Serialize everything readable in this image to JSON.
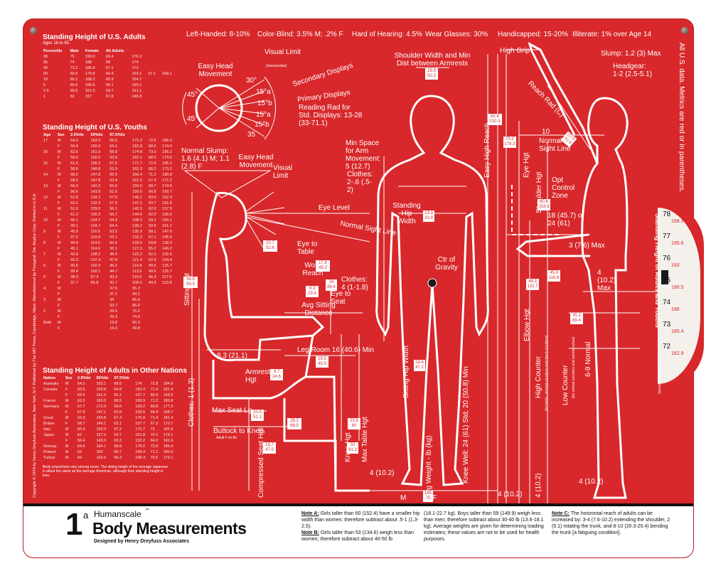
{
  "header": {
    "left_handed": "Left-Handed: 8-10%",
    "color_blind": "Color-Blind: 3.5% M; .2% F",
    "hard_of_hearing": "Hard of Hearing: 4.5%",
    "wear_glasses": "Wear Glasses: 30%",
    "handicapped": "Handicapped: 15-20%",
    "illiterate": "Illiterate: 1% over Age 14"
  },
  "tables": {
    "adults": {
      "title": "Standing Height of U.S. Adults",
      "subtitle": "Ages 18 to 65",
      "columns": [
        "Percentile",
        "Male",
        "Female",
        "All Adults"
      ],
      "rows": [
        [
          "99",
          "75",
          "190.0",
          "69.4",
          "176.3",
          "",
          ""
        ],
        [
          "95",
          "74",
          "188",
          "68",
          "174",
          "",
          ""
        ],
        [
          "90",
          "73.2",
          "185.9",
          "67.1",
          "172",
          "",
          ""
        ],
        [
          "50",
          "69.6",
          "174.8",
          "64.4",
          "163.1",
          "67.1",
          "168.1"
        ],
        [
          "10",
          "66.2",
          "168.2",
          "60.9",
          "154.7",
          "",
          ""
        ],
        [
          "5",
          "65.6",
          "166.6",
          "59.1",
          "150.1",
          "",
          ""
        ],
        [
          "2.5",
          "65.6",
          "161.5",
          "59.7",
          "151.1",
          "",
          ""
        ],
        [
          "1",
          "62",
          "157",
          "57.8",
          "146.8",
          "",
          ""
        ]
      ]
    },
    "youths": {
      "title": "Standing Height of U.S. Youths",
      "columns": [
        "Age",
        "Sex",
        "2.5%ile",
        "50%ile",
        "97.5%ile"
      ],
      "rows": [
        [
          "17",
          "M",
          "64.2",
          "163.0",
          "69.0",
          "175.3",
          "72.5",
          "186.0"
        ],
        [
          "",
          "F",
          "59.4",
          "150.9",
          "64.1",
          "162.8",
          "68.5",
          "174.0"
        ],
        [
          "16",
          "M",
          "63.6",
          "161.5",
          "68.8",
          "174.8",
          "73.3",
          "186.2"
        ],
        [
          "",
          "F",
          "58.8",
          "150.0",
          "63.8",
          "162.1",
          "68.5",
          "174.0"
        ],
        [
          "15",
          "M",
          "61.5",
          "156.2",
          "67.6",
          "171.7",
          "72.9",
          "185.2"
        ],
        [
          "",
          "F",
          "58.6",
          "148.8",
          "63.9",
          "162.3",
          "68.2",
          "173.2"
        ],
        [
          "14",
          "M",
          "58.2",
          "147.8",
          "65.5",
          "166.4",
          "71.2",
          "180.8"
        ],
        [
          "",
          "F",
          "58.2",
          "147.8",
          "63.4",
          "161.0",
          "67.4",
          "171.2"
        ],
        [
          "13",
          "M",
          "56.4",
          "143.3",
          "62.6",
          "159.0",
          "68.7",
          "174.5"
        ],
        [
          "",
          "F",
          "56.6",
          "143.8",
          "61.6",
          "156.5",
          "66.8",
          "169.7"
        ],
        [
          "12",
          "M",
          "52.8",
          "134.1",
          "57.5",
          "146.1",
          "63.9",
          "162.3"
        ],
        [
          "",
          "F",
          "52.1",
          "132.3",
          "57.9",
          "147.1",
          "63.7",
          "161.8"
        ],
        [
          "11",
          "M",
          "51.0",
          "129.5",
          "56.1",
          "142.5",
          "62.0",
          "157.5"
        ],
        [
          "",
          "F",
          "51.3",
          "130.3",
          "56.7",
          "144.0",
          "62.2",
          "158.0"
        ],
        [
          "10",
          "M",
          "49.1",
          "124.7",
          "54.4",
          "138.2",
          "59.1",
          "150.1"
        ],
        [
          "",
          "F",
          "49.1",
          "124.7",
          "54.4",
          "138.2",
          "59.5",
          "151.1"
        ],
        [
          "9",
          "M",
          "45.9",
          "116.6",
          "53.5",
          "135.9",
          "58.1",
          "147.6"
        ],
        [
          "",
          "F",
          "47.2",
          "119.9",
          "52.1",
          "132.3",
          "57.1",
          "145.0"
        ],
        [
          "8",
          "M",
          "44.9",
          "114.0",
          "50.6",
          "128.5",
          "54.8",
          "139.2"
        ],
        [
          "",
          "F",
          "45.1",
          "114.6",
          "50.1",
          "127.3",
          "55.2",
          "140.2"
        ],
        [
          "7",
          "M",
          "42.6",
          "108.2",
          "48.5",
          "123.2",
          "52.2",
          "132.6"
        ],
        [
          "",
          "F",
          "42.3",
          "107.4",
          "47.8",
          "121.4",
          "52.9",
          "134.4"
        ],
        [
          "6",
          "M",
          "40.5",
          "102.9",
          "45.2",
          "114.8",
          "49.5",
          "125.7"
        ],
        [
          "",
          "F",
          "39.4",
          "100.1",
          "44.7",
          "113.5",
          "49.5",
          "125.7"
        ],
        [
          "5",
          "M",
          "38.3",
          "97.3",
          "43.3",
          "110.0",
          "46.3",
          "117.6"
        ],
        [
          "",
          "F",
          "37.7",
          "95.8",
          "42.7",
          "108.5",
          "44.8",
          "113.8"
        ],
        [
          "4",
          "M",
          "",
          "",
          "37.5",
          "95.3",
          "",
          ""
        ],
        [
          "",
          "F",
          "",
          "",
          "37.1",
          "94.2",
          "",
          ""
        ],
        [
          "3",
          "M",
          "",
          "",
          "34",
          "86.4",
          "",
          ""
        ],
        [
          "",
          "F",
          "",
          "",
          "33.7",
          "85.6",
          "",
          ""
        ],
        [
          "2",
          "M",
          "",
          "",
          "29.6",
          "75.2",
          "",
          ""
        ],
        [
          "",
          "F",
          "",
          "",
          "29.3",
          "74.4",
          "",
          ""
        ],
        [
          "Birth",
          "M",
          "",
          "",
          "19.8",
          "50.3",
          "",
          ""
        ],
        [
          "",
          "F",
          "",
          "",
          "19.6",
          "49.8",
          "",
          ""
        ]
      ]
    },
    "nations": {
      "title": "Standing Height of Adults in Other Nations",
      "columns": [
        "Nation",
        "Sex",
        "2.5%ile",
        "50%ile",
        "97.5%ile"
      ],
      "rows": [
        [
          "Australia",
          "M",
          "64.2",
          "163.1",
          "68.5",
          "174",
          "72.8",
          "184.9"
        ],
        [
          "Canada",
          "F",
          "63.5",
          "159.8",
          "64.8",
          "163.4",
          "71.4",
          "181.4"
        ],
        [
          "",
          "F",
          "63.5",
          "161.3",
          "62.1",
          "157.7",
          "66.6",
          "169.2"
        ],
        [
          "France",
          "M",
          "63.2",
          "160.5",
          "66.5",
          "168.9",
          "71.2",
          "180.8"
        ],
        [
          "Germany",
          "M",
          "67.7",
          "172.0",
          "66.6",
          "169.2",
          "69.8",
          "177.3"
        ],
        [
          "",
          "F",
          "57.9",
          "147.1",
          "62.8",
          "159.5",
          "66.4",
          "168.7"
        ],
        [
          "Great",
          "M",
          "62.9",
          "159.8",
          "67.3",
          "170.9",
          "71.4",
          "181.4"
        ],
        [
          "Britain",
          "F",
          "58.7",
          "149.1",
          "62.1",
          "157.7",
          "67.2",
          "170.7"
        ],
        [
          "Italy",
          "M",
          "60.4",
          "153.4",
          "67.2",
          "170.7",
          "72",
          "182.9"
        ],
        [
          "Japan",
          "M",
          "62",
          "157.5",
          "63.7",
          "161.8",
          "70.1",
          "178.1"
        ],
        [
          "",
          "F",
          "56.4",
          "143.3",
          "60.3",
          "153.2",
          "64.0",
          "162.6"
        ],
        [
          "Norway",
          "M",
          "64.6",
          "164.1",
          "68.9",
          "175.0",
          "73.0",
          "185.4"
        ],
        [
          "Poland",
          "M",
          "63",
          "160",
          "66.7",
          "169.4",
          "71.1",
          "180.6"
        ],
        [
          "Turkey",
          "M",
          "64",
          "162.6",
          "66.3",
          "168.4",
          "70.5",
          "179.1"
        ]
      ],
      "footnote": "Body proportions vary among races. The sitting height of the average Japanese is about the same as the average American, although their standing height is less."
    }
  },
  "left_credits": "Copyright © 1974 by Henry Dreyfuss Associates, New York, N.Y.  Published by The MIT Press, Cambridge, Mass.  Manufactured by Perrygraf, Div. Aeplus Corp.  Printed in U.S.A.",
  "head_diagram": {
    "easy_head_movement": "Easy Head Movement",
    "visual_limit": "Visual Limit",
    "monocular": "(monocular)",
    "secondary_displays": "Secondary Displays",
    "primary_displays": "Primary Displays",
    "reading_rad": "Reading Rad for Std. Displays: 13-28 (33-71.1)",
    "angle_45a": "45°",
    "angle_45b": "45°",
    "angle_30": "30°",
    "angle_15a": "15°a",
    "angle_15b": "15°b",
    "angle_15c": "15°a",
    "angle_15d": "15°b",
    "angle_35": "35"
  },
  "seated": {
    "normal_slump": "Normal Slump: 1.6 (4.1) M; 1.1 (2.8) F",
    "easy_head_movement": "Easy Head Movement",
    "visual_limit": "Visual Limit",
    "eye_level": "Eye Level",
    "normal_sight_line": "Normal Sight Line",
    "eye_to_table": "Eye to Table",
    "work_reach": "Work Reach",
    "clothes_4": "Clothes: 4 (1-1.8)",
    "eye_to_seat": "Eye to Seat",
    "avg_sitting_distance": "Avg Sitting Distance",
    "sitting_hgt": "Sitting Hgt",
    "leg_room": "Leg Room 16 (40.6) Min",
    "min_depth": "8.3 (21.1)",
    "armrest_hgt": "Armrest Hgt",
    "max_seat_lg": "Max Seat Lg.",
    "buttock_to_knee": "Buttock to Knee",
    "adult_f_kn": "Adult F kn fin",
    "compressed_seat_hgt": "Compressed Seat Hgt",
    "knee_hgt": "Knee Hgt",
    "max_table_hgt": "Max Table Hgt",
    "clothes_left": "Clothes: 1 (1.3)",
    "four_10": "4 (10.2)",
    "box_eye_table": [
      "20.7",
      "52.6"
    ],
    "box_work_reach": [
      "17.8",
      "45.2"
    ],
    "box_avg_dist": [
      "9.3",
      "23.6"
    ],
    "box_eye_seat": [
      "34",
      "86.4"
    ],
    "box_sitting": [
      "36.8",
      "93.5"
    ],
    "box_armrest": [
      "9.7",
      "24.6"
    ],
    "box_leg": [
      "19.5",
      "49.5"
    ],
    "box_seat": [
      "20.5",
      "52.1"
    ],
    "box_buttock": [
      "26.2",
      "66.5"
    ],
    "box_knee": [
      "23.6",
      "60"
    ],
    "box_table": [
      "32",
      "81.3"
    ],
    "box_compressed": [
      "18.7",
      "47.5"
    ]
  },
  "front": {
    "shoulder_width": "Shoulder Width and Min Dist between Armrests",
    "min_space_arm": "Min Space for Arm Movement: 5 (12.7)",
    "clothes_2": "Clothes: 2-.6 (.5-2)",
    "standing_hip_width": "Standing Hip Width",
    "ctr_of_gravity": "Ctr of Gravity",
    "sitting_hip_width": "Sitting Hip Width",
    "avg_weight": "Avg Weight - lb (kg)",
    "knee_well": "Knee Well: 24 (61) Std; 20 (50.8) Min",
    "easy_high_reach": "Easy High Reach",
    "box_shoulder": [
      "19.8",
      "50.3"
    ],
    "box_hip": [
      "13.3",
      "33.8"
    ],
    "box_sit_hip": [
      "18.6",
      "47.2"
    ],
    "box_reach": [
      "82.8",
      "210.3"
    ],
    "box_weight": [
      "165",
      "75"
    ],
    "four_10": "4 (10.2)",
    "m_label": "M",
    "f_label": "F"
  },
  "side": {
    "high_grip": "High Grip",
    "slump": "Slump: 1.2 (3) Max",
    "headgear": "Headgear: 1-2 (2.5-5.1)",
    "reach_rad": "Reach Rad (C)",
    "eye_hgt": "Eye Hgt",
    "normal_sight_line": "Normal Sight Line",
    "ten": "10",
    "opt_control_zone": "Opt Control Zone",
    "shoulder_hgt": "Shoulder Hgt",
    "dist_18": "18 (45.7) or 24 (61)",
    "max_3": "3 (7.6) Max",
    "four_max": "4 (10.2) Max",
    "high_counter": "High Counter",
    "high_counter_note": "(for tasks, serving counters and check counters)",
    "elbow_hgt": "Elbow Hgt",
    "low_counter": "Low Counter",
    "low_counter_note": "(for school counters and workbenches)",
    "knee_normal": "6-9 Normal",
    "four_10a": "4 (10.2)",
    "four_10b": "4 (10.2)",
    "box_eye": [
      "70.2",
      "178.3"
    ],
    "box_reach": [
      "27.9",
      "70.9"
    ],
    "box_shoulder": [
      "60.6",
      "153.9"
    ],
    "box_elbow": [
      "45.9",
      "116.6"
    ],
    "box_high": [
      "48.3",
      "122.7"
    ],
    "box_low": [
      "35.2",
      "89.4"
    ],
    "right_note": "All U.S. data. Metrics are red or in parentheses."
  },
  "dial": {
    "label": "Standing Height of Adults and Youths",
    "label_note": "(without shoes)",
    "ticks": [
      [
        "78",
        "198.1"
      ],
      [
        "77",
        "195.6"
      ],
      [
        "76",
        "193"
      ],
      [
        "75",
        "190.5"
      ],
      [
        "74",
        "188"
      ],
      [
        "73",
        "185.4"
      ],
      [
        "72",
        "182.9"
      ]
    ]
  },
  "footer": {
    "number": "1",
    "number_sup": "a",
    "series": "Humanscale",
    "tm": "™",
    "title": "Body Measurements",
    "designer": "Designed by Henry Dreyfuss Associates",
    "note_a_label": "Note A:",
    "note_a": "Girls taller than 60 (152.4) have a smaller hip width than women; therefore subtract about .5-1 (1.3-2.5).",
    "note_b_label": "Note B:",
    "note_b": "Girls taller than 53 (134.6) weigh less than women; therefore subtract about 40-50 lb",
    "note_mid": "(18.1-22.7 kg). Boys taller than 59 (149.9) weigh less than men; therefore subtract about 30-40 lb (13.6-18.1 kg). Average weights are given for determining loading estimates; these values are not to be used for health purposes.",
    "note_c_label": "Note C:",
    "note_c": "The horizontal reach of adults can be increased by: 3-4 (7.6-10.2) extending the shoulder, 2 (5.1) rotating the trunk, and 8-10 (20.3-25.4) bending the trunk [a fatiguing condition]."
  },
  "colors": {
    "background_red": "#d8282b",
    "line_white": "#ffffff",
    "footer_white": "#ffffff"
  }
}
